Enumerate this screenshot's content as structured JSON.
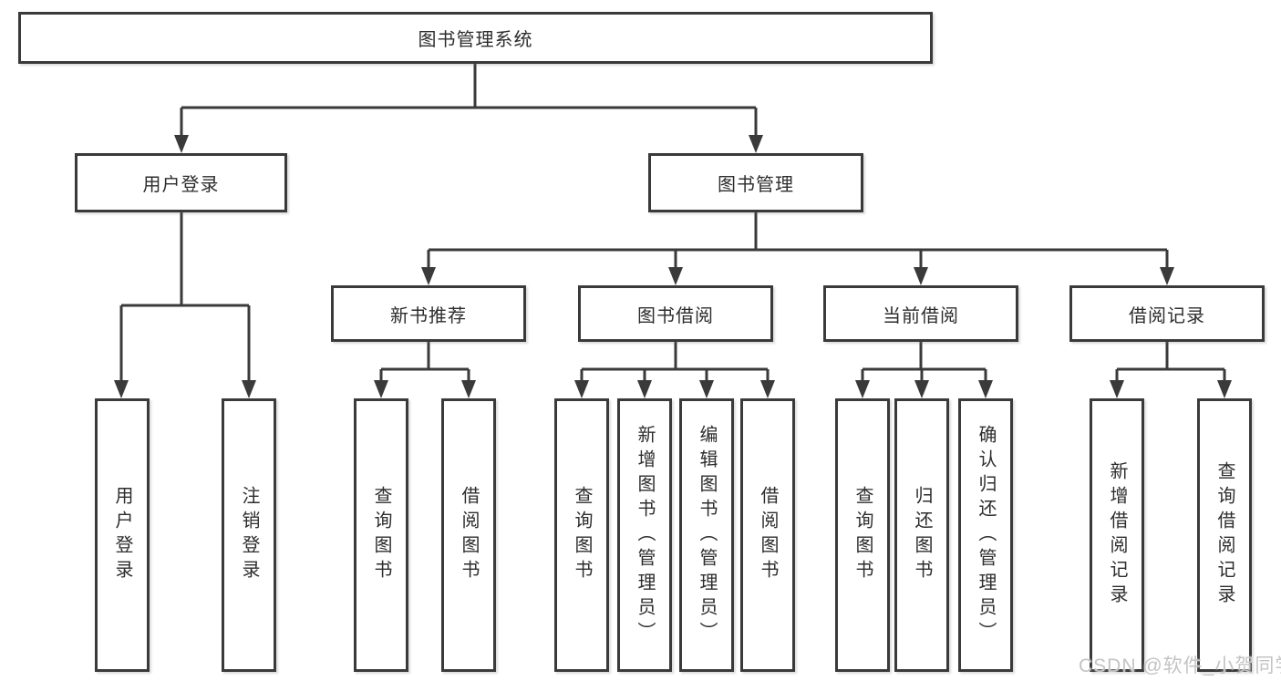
{
  "diagram": {
    "root": {
      "label": "图书管理系统"
    },
    "level2": [
      {
        "id": "user-login",
        "label": "用户登录"
      },
      {
        "id": "book-management",
        "label": "图书管理"
      }
    ],
    "level3": [
      {
        "id": "new-book-recommend",
        "label": "新书推荐"
      },
      {
        "id": "book-borrow",
        "label": "图书借阅"
      },
      {
        "id": "current-borrow",
        "label": "当前借阅"
      },
      {
        "id": "borrow-records",
        "label": "借阅记录"
      }
    ],
    "leaves": [
      {
        "id": "user-login",
        "label": "用户登录"
      },
      {
        "id": "logout",
        "label": "注销登录"
      },
      {
        "id": "query-book-recommend",
        "label": "查询图书"
      },
      {
        "id": "borrow-book-recommend",
        "label": "借阅图书"
      },
      {
        "id": "query-book-borrow",
        "label": "查询图书"
      },
      {
        "id": "add-book-admin",
        "label": "新增图书（管理员）"
      },
      {
        "id": "edit-book-admin",
        "label": "编辑图书（管理员）"
      },
      {
        "id": "borrow-book",
        "label": "借阅图书"
      },
      {
        "id": "query-book-current",
        "label": "查询图书"
      },
      {
        "id": "return-book",
        "label": "归还图书"
      },
      {
        "id": "confirm-return-admin",
        "label": "确认归还（管理员）"
      },
      {
        "id": "add-borrow-record",
        "label": "新增借阅记录"
      },
      {
        "id": "query-borrow-record",
        "label": "查询借阅记录"
      }
    ]
  },
  "watermark": {
    "text": "CSDN @软件_小贺同学",
    "color": "#c4c4c4"
  },
  "colors": {
    "line": "#3a3a3a",
    "box_border": "#3a3a3a",
    "text": "#2d2d2d",
    "background": "#ffffff"
  }
}
